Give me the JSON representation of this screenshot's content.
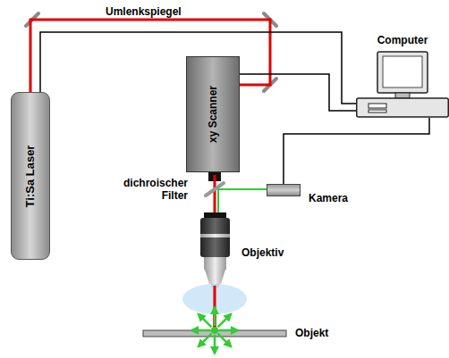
{
  "diagram": {
    "nodes": [
      {
        "text": [
          "Ti:Sa Laser"
        ]
      },
      {
        "text": [
          "xy Scanner"
        ]
      },
      {
        "text": [
          "Computer"
        ]
      },
      {
        "text": [
          "Kamera"
        ]
      }
    ],
    "edges": [
      {
        "from": 0,
        "to": 1,
        "arrow": "none"
      },
      {
        "from": 0,
        "to": 2,
        "arrow": "none"
      },
      {
        "from": 1,
        "to": 2,
        "arrow": "none"
      },
      {
        "from": 3,
        "to": 2,
        "arrow": "none"
      }
    ],
    "labels": [
      "Umlenkspiegel",
      "dichroischer Filter",
      "Objektiv",
      "Objekt"
    ]
  }
}
